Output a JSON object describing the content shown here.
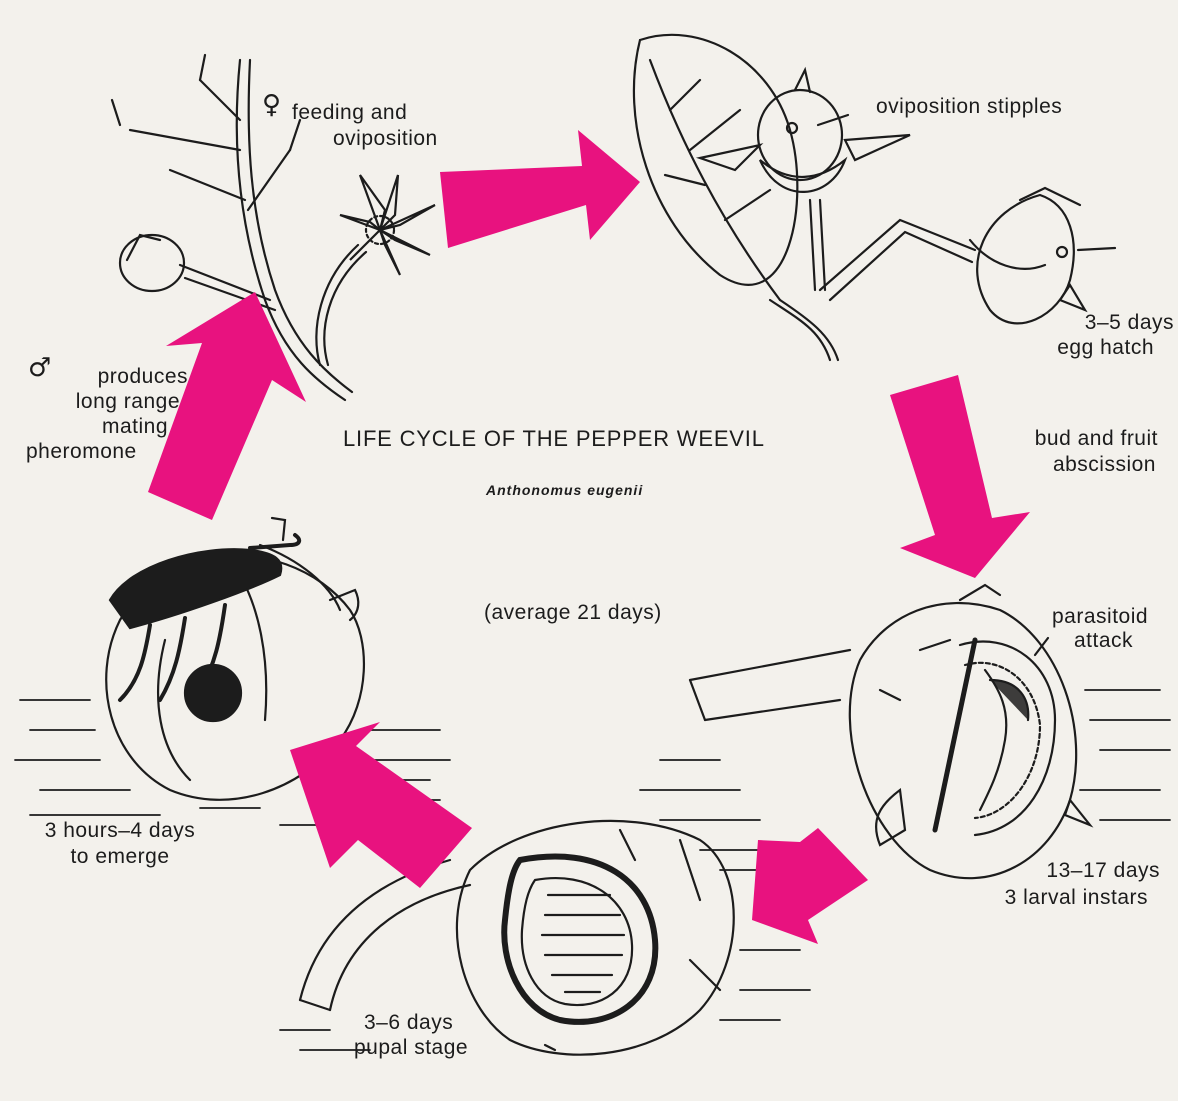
{
  "title": "LIFE CYCLE OF THE PEPPER WEEVIL",
  "species": "Anthonomus eugenii",
  "average": "(average 21 days)",
  "colors": {
    "arrow": "#e8127f",
    "ink": "#1c1c1c",
    "paper": "#f3f1ec"
  },
  "labels": {
    "female_symbol": "♀",
    "feeding_line1": "feeding and",
    "feeding_line2": "oviposition",
    "oviposition_stipples": "oviposition stipples",
    "egg_days": "3–5 days",
    "egg_hatch": "egg hatch",
    "bud_line1": "bud and fruit",
    "bud_line2": "abscission",
    "parasitoid_line1": "parasitoid",
    "parasitoid_line2": "attack",
    "larval_days": "13–17 days",
    "larval_instars": "3 larval instars",
    "pupal_days": "3–6 days",
    "pupal_stage": "pupal stage",
    "emerge_line1": "3 hours–4 days",
    "emerge_line2": "to emerge",
    "male_symbol": "♂",
    "male_line1": "produces",
    "male_line2": "long range",
    "male_line3": "mating",
    "male_line4": "pheromone"
  }
}
